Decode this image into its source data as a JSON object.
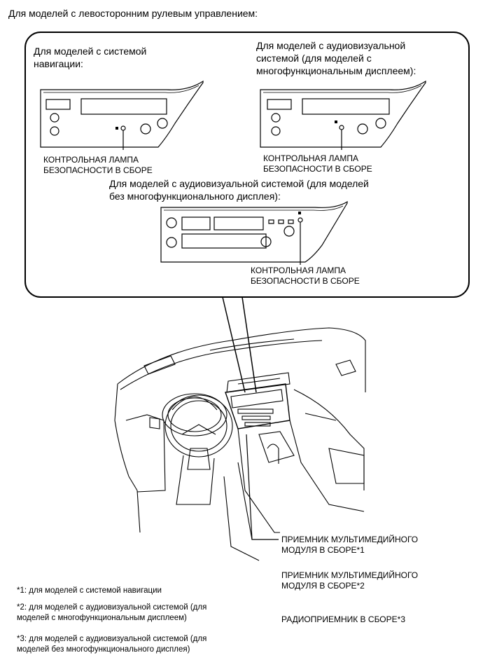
{
  "heading": "Для моделей с левосторонним рулевым управлением:",
  "callout": {
    "nav": {
      "title_line1": "Для моделей с системой",
      "title_line2": "навигации:",
      "label_line1": "КОНТРОЛЬНАЯ ЛАМПА",
      "label_line2": "БЕЗОПАСНОСТИ В СБОРЕ"
    },
    "av_multi": {
      "title_line1": "Для моделей с аудиовизуальной",
      "title_line2": "системой (для моделей с",
      "title_line3": "многофункциональным дисплеем):",
      "label_line1": "КОНТРОЛЬНАЯ ЛАМПА",
      "label_line2": "БЕЗОПАСНОСТИ В СБОРЕ"
    },
    "av_nomulti": {
      "title_line1": "Для моделей с аудиовизуальной системой (для моделей",
      "title_line2": "без многофункционального дисплея):",
      "label_line1": "КОНТРОЛЬНАЯ ЛАМПА",
      "label_line2": "БЕЗОПАСНОСТИ В СБОРЕ"
    }
  },
  "parts": {
    "receiver1_line1": "ПРИЕМНИК МУЛЬТИМЕДИЙНОГО",
    "receiver1_line2": "МОДУЛЯ В СБОРЕ*1",
    "receiver2_line1": "ПРИЕМНИК МУЛЬТИМЕДИЙНОГО",
    "receiver2_line2": "МОДУЛЯ В СБОРЕ*2",
    "radio": "РАДИОПРИЕМНИК В СБОРЕ*3"
  },
  "footnotes": {
    "n1": "*1: для моделей с системой навигации",
    "n2_line1": "*2: для моделей с аудиовизуальной системой (для",
    "n2_line2": "моделей с многофункциональным дисплеем)",
    "n3_line1": "*3: для моделей с аудиовизуальной системой (для",
    "n3_line2": "моделей без многофункционального дисплея)"
  },
  "icons": [
    "security-lamp-icon",
    "knob-icon",
    "display-panel-icon",
    "dashboard-drawing-icon"
  ]
}
